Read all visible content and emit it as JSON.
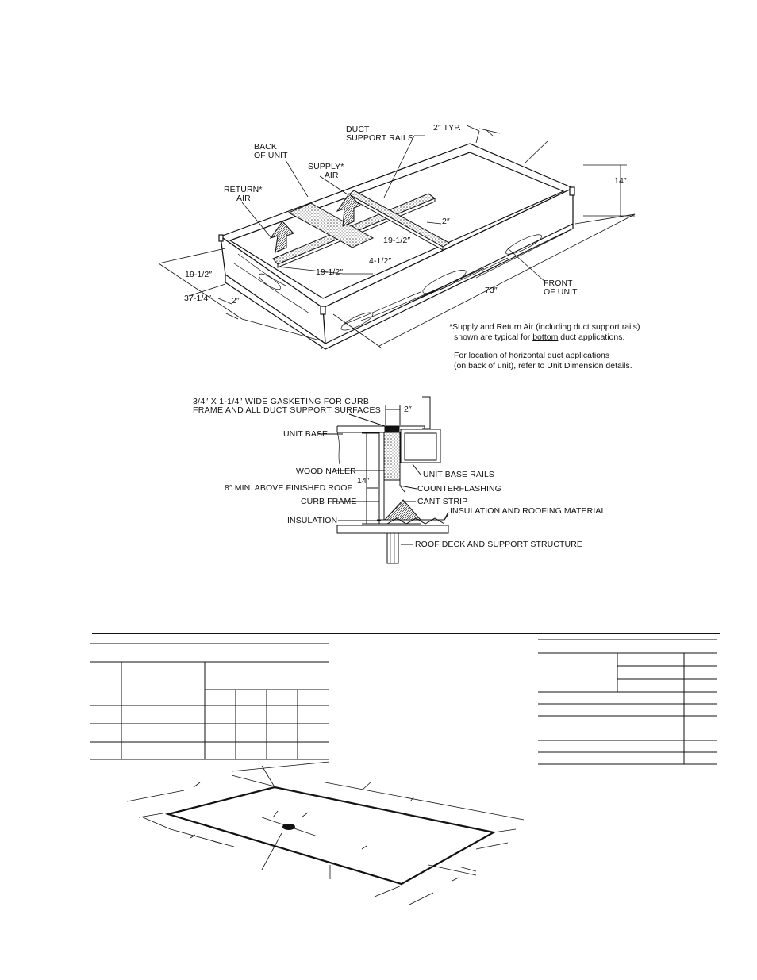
{
  "curb_drawing": {
    "duct_support_rails": [
      "DUCT",
      "SUPPORT RAILS"
    ],
    "typ_2": "2″ TYP.",
    "back_of_unit": [
      "BACK",
      "OF UNIT"
    ],
    "supply_air": [
      "SUPPLY*",
      "AIR"
    ],
    "return_air": [
      "RETURN*",
      "AIR"
    ],
    "dim_14": "14″",
    "dim_2_right": "2″",
    "dim_19_half_a": "19-1/2″",
    "dim_4_half": "4-1/2″",
    "dim_19_half_b": "19-1/2″",
    "dim_19_half_left": "19-1/2″",
    "dim_37": "37-1/4″",
    "dim_2_left": "2″",
    "dim_73": "73″",
    "front_of_unit": [
      "FRONT",
      "OF UNIT"
    ]
  },
  "footnote": {
    "line1": "*Supply and Return Air (including duct support rails)",
    "line2_pre": "shown are typical for ",
    "line2_u": "bottom",
    "line2_post": " duct applications.",
    "line3_pre": "For location of ",
    "line3_u": "horizontal",
    "line3_post": " duct applications",
    "line4": "(on back of unit), refer to Unit Dimension details."
  },
  "section_detail": {
    "gasketing": [
      "3/4″ X 1-1/4″ WIDE GASKETING FOR CURB",
      "FRAME AND ALL DUCT SUPPORT SURFACES"
    ],
    "dim_2": "2″",
    "unit_base": "UNIT BASE",
    "wood_nailer": "WOOD NAILER",
    "dim_14": "14″",
    "min_8": "8″ MIN. ABOVE FINISHED ROOF",
    "curb_frame": "CURB FRAME",
    "insulation": "INSULATION",
    "unit_base_rails": "UNIT BASE RAILS",
    "counterflashing": "COUNTERFLASHING",
    "cant_strip": "CANT STRIP",
    "insulation_roofing": "INSULATION AND ROOFING MATERIAL",
    "roof_deck": "ROOF DECK AND SUPPORT STRUCTURE"
  },
  "colors": {
    "ink": "#111111",
    "paper": "#ffffff",
    "stipple": "#6b6b6b"
  }
}
